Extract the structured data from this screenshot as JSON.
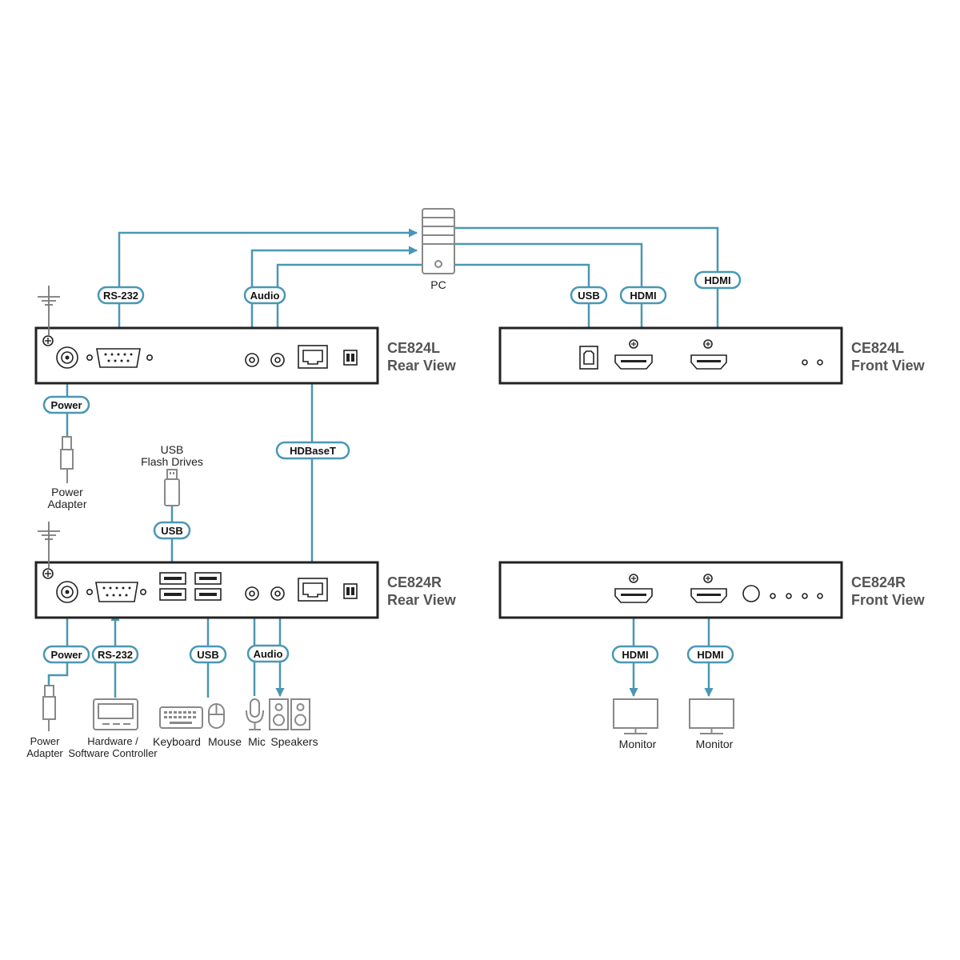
{
  "colors": {
    "cable": "#4a97b5",
    "device_box": "#222222",
    "peripheral": "#888888",
    "title_text": "#555555"
  },
  "units": {
    "l_rear": {
      "model": "CE824L",
      "view": "Rear View"
    },
    "l_front": {
      "model": "CE824L",
      "view": "Front View"
    },
    "r_rear": {
      "model": "CE824R",
      "view": "Rear View"
    },
    "r_front": {
      "model": "CE824R",
      "view": "Front View"
    }
  },
  "labels": {
    "rs232": "RS-232",
    "audio": "Audio",
    "usb": "USB",
    "hdmi": "HDMI",
    "power": "Power",
    "hdbaset": "HDBaseT"
  },
  "devices": {
    "pc": "PC",
    "power_adapter_line1": "Power",
    "power_adapter_line2": "Adapter",
    "usb_flash_line1": "USB",
    "usb_flash_line2": "Flash Drives",
    "controller_line1": "Hardware /",
    "controller_line2": "Software Controller",
    "keyboard": "Keyboard",
    "mouse": "Mouse",
    "mic": "Mic",
    "speakers": "Speakers",
    "monitor": "Monitor"
  },
  "icons": [
    "ground-icon",
    "pc-tower-icon",
    "power-adapter-icon",
    "usb-flash-drive-icon",
    "controller-icon",
    "keyboard-icon",
    "mouse-icon",
    "microphone-icon",
    "speaker-icon",
    "monitor-icon",
    "arrow-icon"
  ]
}
